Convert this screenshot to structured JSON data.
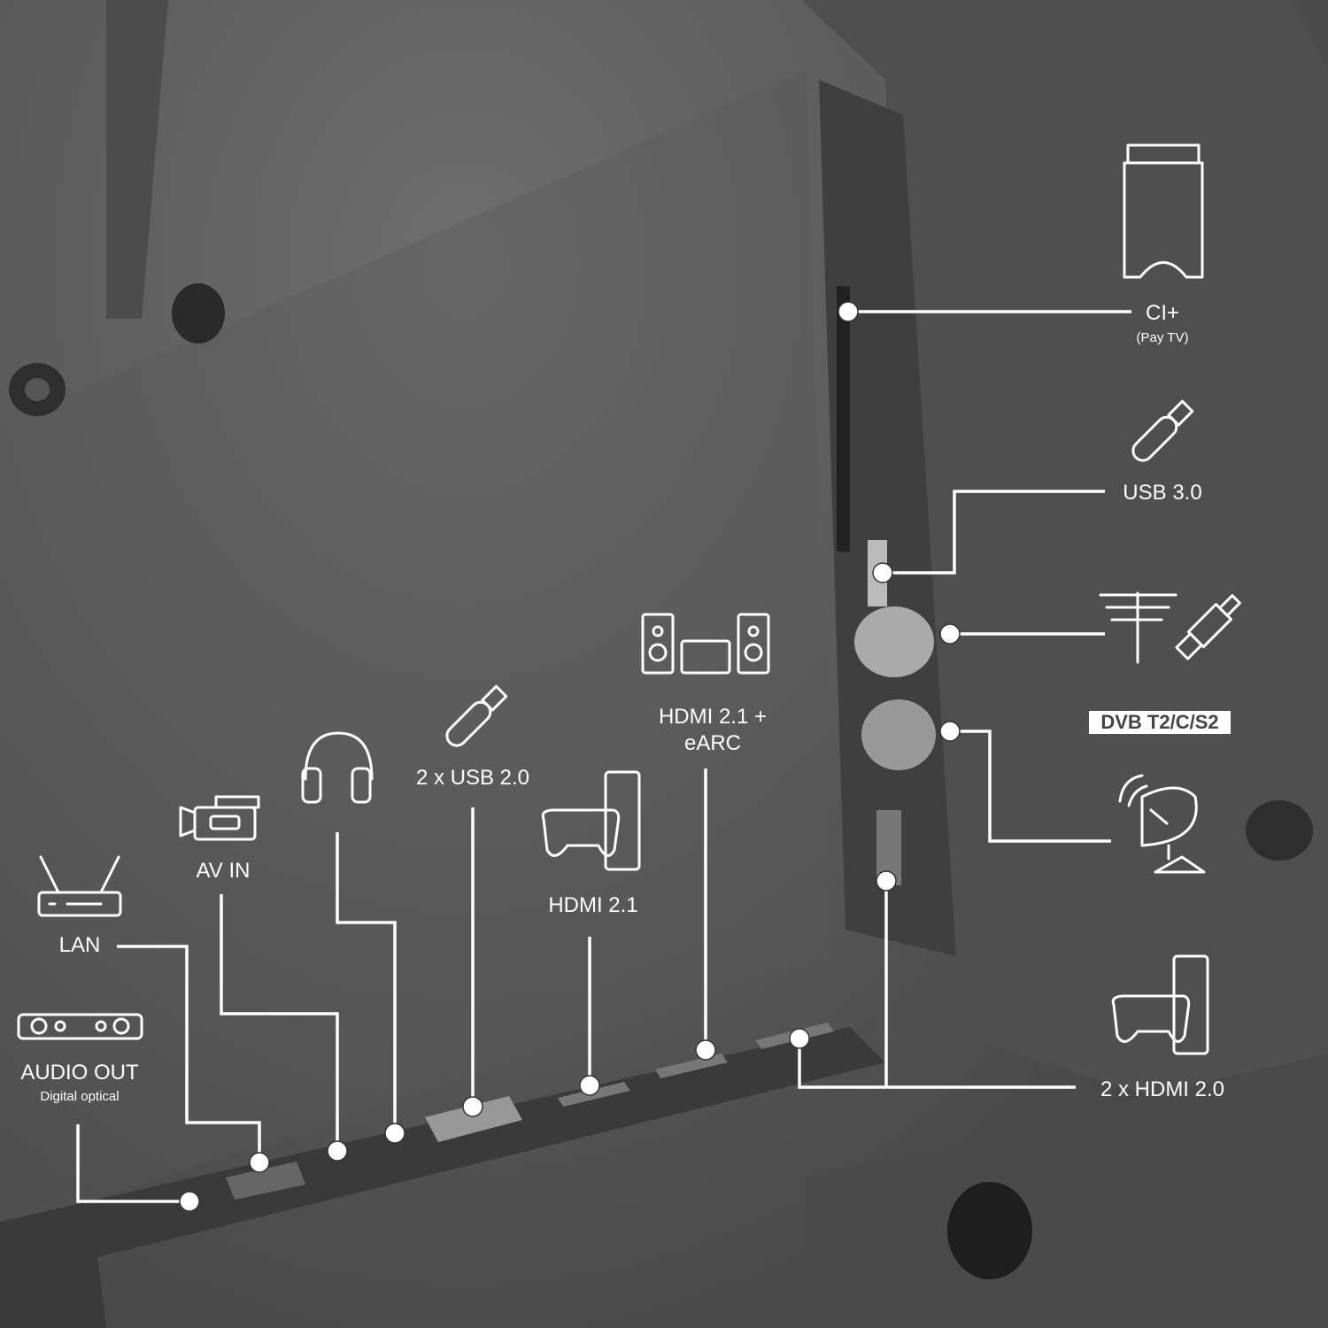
{
  "labels": {
    "ci": "CI+",
    "ci_sub": "(Pay TV)",
    "usb3": "USB 3.0",
    "dvb": "DVB T2/C/S2",
    "hdmi20": "2 x HDMI 2.0",
    "hdmi_earc_1": "HDMI 2.1 +",
    "hdmi_earc_2": "eARC",
    "hdmi21": "HDMI 2.1",
    "usb2": "2 x USB 2.0",
    "av_in": "AV IN",
    "lan": "LAN",
    "audio_out": "AUDIO OUT",
    "audio_out_sub": "Digital optical"
  },
  "colors": {
    "line": "#ffffff",
    "background": "#5a5a5a"
  }
}
